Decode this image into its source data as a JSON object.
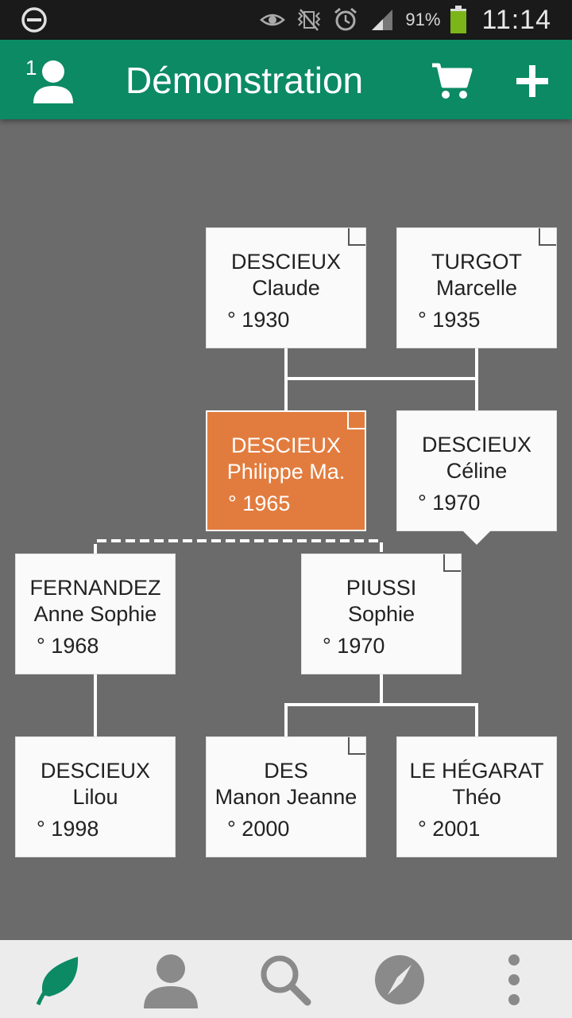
{
  "status_bar": {
    "battery_percent": "91%",
    "time": "11:14",
    "icons": [
      "do-not-disturb-icon",
      "eye-icon",
      "nfc-vibrate-icon",
      "alarm-icon",
      "signal-icon",
      "battery-icon"
    ]
  },
  "app_bar": {
    "profile_count": "1",
    "title": "Démonstration",
    "icons": [
      "person-icon",
      "cart-icon",
      "plus-icon"
    ],
    "color": "#0b8a64"
  },
  "tree": {
    "selected_color": "#e27c3e",
    "grandparents": [
      {
        "surname": "DESCIEUX",
        "given": "Claude",
        "year": "° 1930"
      },
      {
        "surname": "TURGOT",
        "given": "Marcelle",
        "year": "° 1935"
      }
    ],
    "generation_main": [
      {
        "surname": "DESCIEUX",
        "given": "Philippe Ma.",
        "year": "° 1965",
        "selected": true
      },
      {
        "surname": "DESCIEUX",
        "given": "Céline",
        "year": "° 1970"
      }
    ],
    "spouses": [
      {
        "surname": "FERNANDEZ",
        "given": "Anne Sophie",
        "year": "° 1968"
      },
      {
        "surname": "PIUSSI",
        "given": "Sophie",
        "year": "° 1970"
      }
    ],
    "children": [
      {
        "surname": "DESCIEUX",
        "given": "Lilou",
        "year": "° 1998"
      },
      {
        "surname": "DES",
        "given": "Manon Jeanne",
        "year": "° 2000"
      },
      {
        "surname": "LE HÉGARAT",
        "given": "Théo",
        "year": "° 2001"
      }
    ]
  },
  "bottom_nav": {
    "icons": [
      "leaf-icon",
      "person-icon",
      "search-icon",
      "compass-icon",
      "more-icon"
    ],
    "active_color": "#0b8a64"
  }
}
